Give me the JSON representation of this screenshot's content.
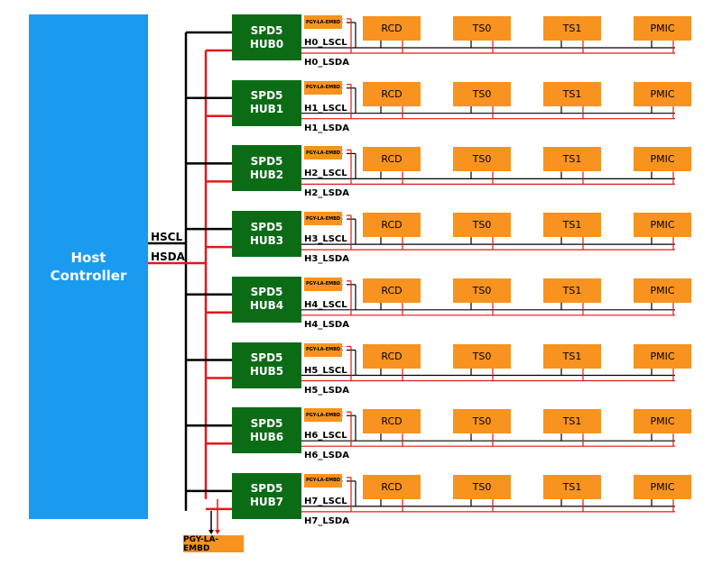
{
  "host": {
    "line1": "Host",
    "line2": "Controller"
  },
  "bus": {
    "scl": "HSCL",
    "sda": "HSDA"
  },
  "analyzer_label": "PGY-LA-EMBD",
  "hub_prefix": "SPD5",
  "colors": {
    "host": "#1b9bf0",
    "hub": "#0c6c16",
    "device": "#f7931e",
    "scl_wire": "#000000",
    "sda_wire": "#e01919"
  },
  "hubs": [
    {
      "name": "HUB0",
      "lscl": "H0_LSCL",
      "lsda": "H0_LSDA",
      "devices": [
        "RCD",
        "TS0",
        "TS1",
        "PMIC"
      ]
    },
    {
      "name": "HUB1",
      "lscl": "H1_LSCL",
      "lsda": "H1_LSDA",
      "devices": [
        "RCD",
        "TS0",
        "TS1",
        "PMIC"
      ]
    },
    {
      "name": "HUB2",
      "lscl": "H2_LSCL",
      "lsda": "H2_LSDA",
      "devices": [
        "RCD",
        "TS0",
        "TS1",
        "PMIC"
      ]
    },
    {
      "name": "HUB3",
      "lscl": "H3_LSCL",
      "lsda": "H3_LSDA",
      "devices": [
        "RCD",
        "TS0",
        "TS1",
        "PMIC"
      ]
    },
    {
      "name": "HUB4",
      "lscl": "H4_LSCL",
      "lsda": "H4_LSDA",
      "devices": [
        "RCD",
        "TS0",
        "TS1",
        "PMIC"
      ]
    },
    {
      "name": "HUB5",
      "lscl": "H5_LSCL",
      "lsda": "H5_LSDA",
      "devices": [
        "RCD",
        "TS0",
        "TS1",
        "PMIC"
      ]
    },
    {
      "name": "HUB6",
      "lscl": "H6_LSCL",
      "lsda": "H6_LSDA",
      "devices": [
        "RCD",
        "TS0",
        "TS1",
        "PMIC"
      ]
    },
    {
      "name": "HUB7",
      "lscl": "H7_LSCL",
      "lsda": "H7_LSDA",
      "devices": [
        "RCD",
        "TS0",
        "TS1",
        "PMIC"
      ]
    }
  ]
}
